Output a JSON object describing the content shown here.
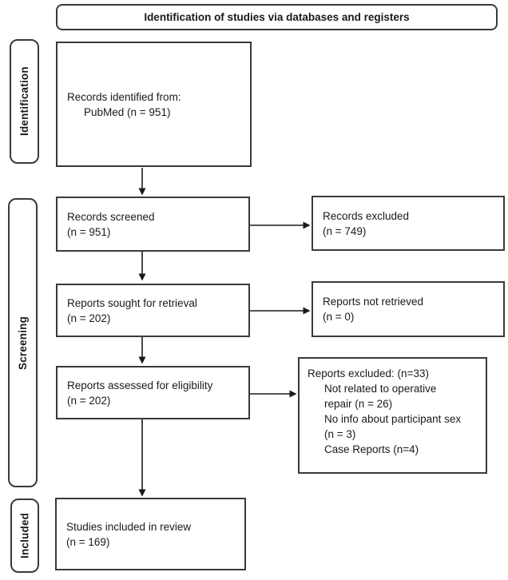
{
  "header": {
    "title": "Identification of studies via databases and registers"
  },
  "stages": {
    "identification": "Identification",
    "screening": "Screening",
    "included": "Included"
  },
  "flow": {
    "records_identified": {
      "lines": [
        "Records identified from:",
        "PubMed (n = 951)"
      ]
    },
    "records_screened": {
      "lines": [
        "Records screened",
        "(n = 951)"
      ]
    },
    "records_excluded": {
      "lines": [
        "Records excluded",
        "(n = 749)"
      ]
    },
    "reports_sought": {
      "lines": [
        "Reports sought for retrieval",
        "(n = 202)"
      ]
    },
    "reports_not_retrieved": {
      "lines": [
        "Reports not retrieved",
        "(n = 0)"
      ]
    },
    "reports_assessed": {
      "lines": [
        "Reports assessed for eligibility",
        "(n = 202)"
      ]
    },
    "reports_excluded_details": {
      "lines": [
        "Reports excluded: (n=33)",
        "Not related to operative",
        "repair (n = 26)",
        "No info about participant sex",
        "(n = 3)",
        "Case Reports (n=4)"
      ]
    },
    "studies_included": {
      "lines": [
        "Studies included in review",
        "(n = 169)"
      ]
    }
  },
  "colors": {
    "box_border": "#3a3a3a",
    "text": "#1a1a1a",
    "background": "#ffffff"
  }
}
